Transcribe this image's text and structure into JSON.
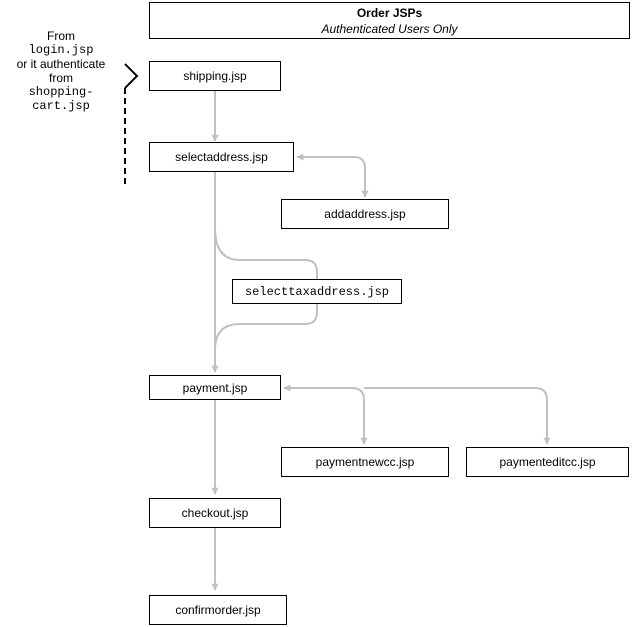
{
  "header": {
    "title": "Order JSPs",
    "subtitle": "Authenticated Users Only"
  },
  "note": {
    "line1": "From",
    "line2": "login.jsp",
    "line3": "or it authenticate",
    "line4": "from",
    "line5": "shopping-",
    "line6": "cart.jsp"
  },
  "nodes": {
    "shipping": "shipping.jsp",
    "selectaddress": "selectaddress.jsp",
    "addaddress": "addaddress.jsp",
    "selecttaxaddress": "selecttaxaddress.jsp",
    "payment": "payment.jsp",
    "paymentnewcc": "paymentnewcc.jsp",
    "paymenteditcc": "paymenteditcc.jsp",
    "checkout": "checkout.jsp",
    "confirmorder": "confirmorder.jsp"
  },
  "colors": {
    "connector": "#c0c0c0",
    "border": "#000000",
    "background": "#ffffff"
  }
}
